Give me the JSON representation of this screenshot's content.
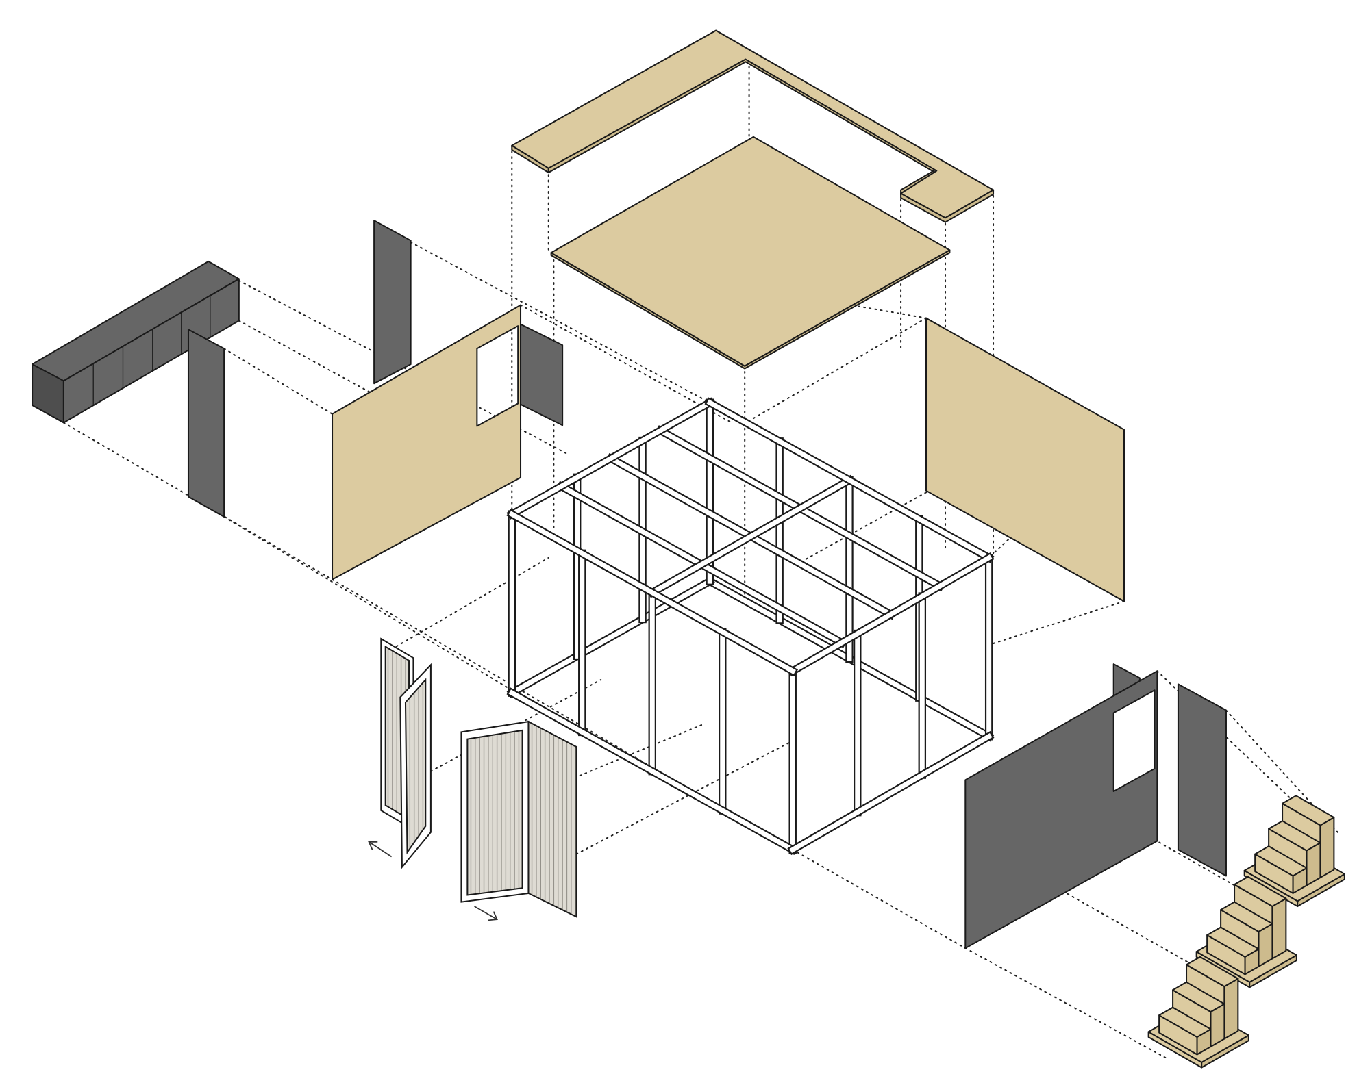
{
  "diagram": {
    "type": "exploded-axonometric",
    "colors": {
      "panel_tan": "#dccba0",
      "panel_dark": "#666666",
      "frame": "#ffffff",
      "outline": "#1a1a1a",
      "door_infill": "#d9d6cf"
    },
    "components": [
      "roof-ring",
      "roof-panel",
      "wall-panel-left",
      "wall-panel-right",
      "wall-panel-front-dark",
      "cabinet",
      "narrow-dark-panels",
      "timber-frame",
      "folding-doors",
      "step-units"
    ]
  }
}
